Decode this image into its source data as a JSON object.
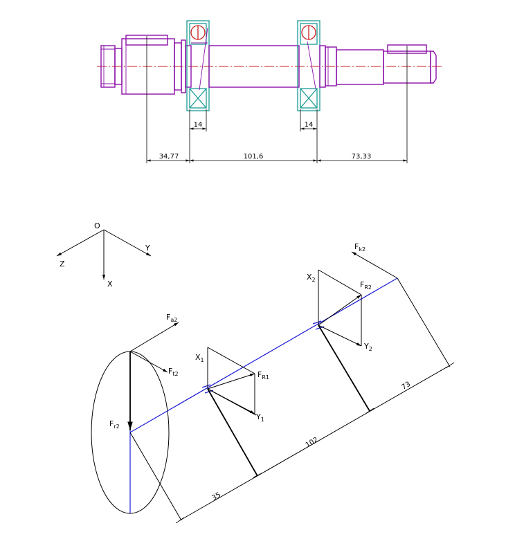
{
  "shaft_drawing": {
    "bearing_widths": [
      "14",
      "14"
    ],
    "dimensions": [
      "34,77",
      "101,6",
      "73,33"
    ]
  },
  "coordinate_system": {
    "origin": "O",
    "axes": [
      "Z",
      "Y",
      "X"
    ]
  },
  "force_diagram": {
    "forces": {
      "fa2": {
        "main": "F",
        "sub": "a2"
      },
      "ft2": {
        "main": "F",
        "sub": "t2"
      },
      "fr2": {
        "main": "F",
        "sub": "r2"
      },
      "fk2": {
        "main": "F",
        "sub": "k2"
      },
      "fr1_bearing": {
        "main": "F",
        "sub": "R1"
      },
      "fr2_bearing": {
        "main": "F",
        "sub": "R2"
      },
      "x1": {
        "main": "X",
        "sub": "1"
      },
      "y1": {
        "main": "Y",
        "sub": "1"
      },
      "x2": {
        "main": "X",
        "sub": "2"
      },
      "y2": {
        "main": "Y",
        "sub": "2"
      }
    },
    "distances": [
      "35",
      "102",
      "73"
    ]
  },
  "colors": {
    "shaft": "#8b0fa8",
    "bearing": "#1a9c94",
    "centerline": "#c81e1e",
    "shaft_axis": "#1a1ad6"
  }
}
